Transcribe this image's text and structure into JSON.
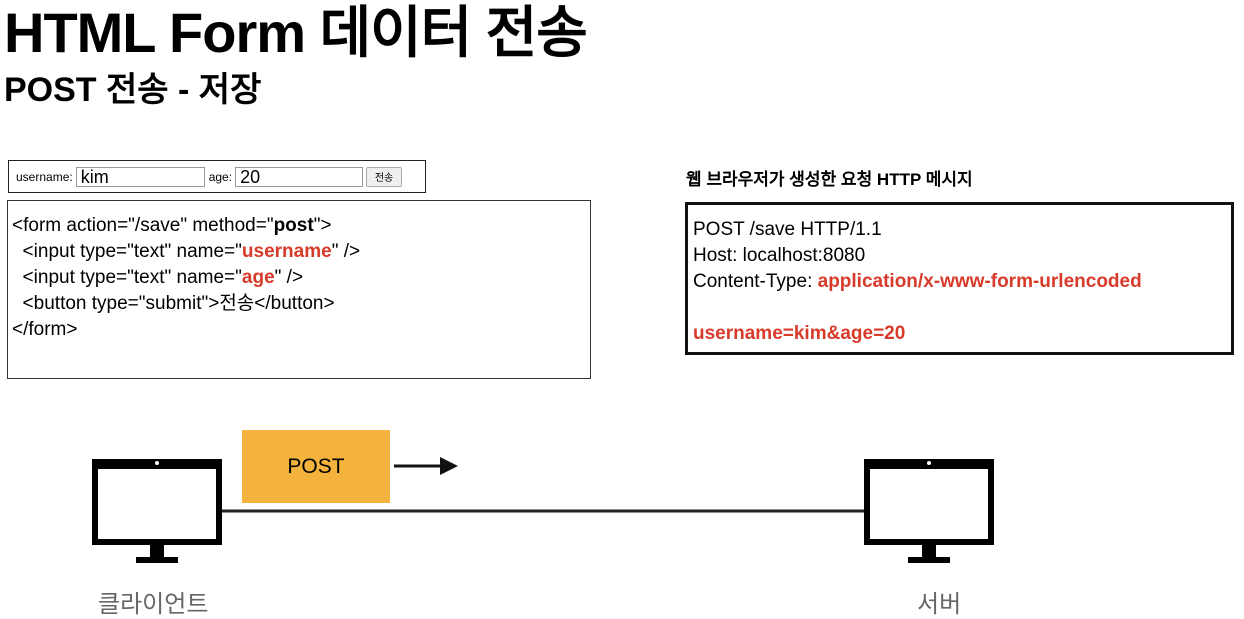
{
  "header": {
    "title": "HTML Form 데이터 전송",
    "subtitle": "POST 전송 - 저장"
  },
  "form_preview": {
    "username_label": "username:",
    "username_value": "kim",
    "age_label": "age:",
    "age_value": "20",
    "submit_label": "전송"
  },
  "code": {
    "line1_a": "<form action=\"/save\" method=\"",
    "line1_b": "post",
    "line1_c": "\">",
    "line2_a": "  <input type=\"text\" name=\"",
    "line2_b": "username",
    "line2_c": "\" />",
    "line3_a": "  <input type=\"text\" name=\"",
    "line3_b": "age",
    "line3_c": "\" />",
    "line4_a": "  <button type=\"submit\">",
    "line4_b": "전송",
    "line4_c": "</button>",
    "line5": "</form>"
  },
  "http_message": {
    "caption": "웹 브라우저가 생성한 요청 HTTP 메시지",
    "request_line": "POST /save HTTP/1.1",
    "host": "Host: localhost:8080",
    "content_type_label": "Content-Type: ",
    "content_type_value": "application/x-www-form-urlencoded",
    "body": "username=kim&age=20"
  },
  "flow": {
    "method_label": "POST",
    "client_label": "클라이언트",
    "server_label": "서버"
  },
  "colors": {
    "accent_red": "#d83b2a",
    "post_tag": "#f3b33c",
    "caption_gray": "#666666"
  }
}
